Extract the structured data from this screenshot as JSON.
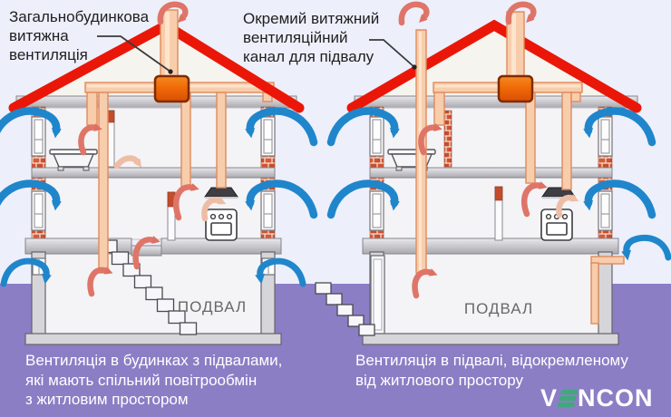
{
  "scene": {
    "callout_left": "Загальнобудинкова\nвитяжна\nвентиляція",
    "callout_right": "Окремий витяжний\nвентиляційний\nканал для підвалу"
  },
  "house_left": {
    "basement_label": "ПОДВАЛ",
    "caption": "Вентиляція в будинках з підвалами,\nякі мають спільний повітрообмін\nз житловим простором"
  },
  "house_right": {
    "basement_label": "ПОДВАЛ",
    "caption": "Вентиляція в підвалі, відокремленому\nвід житлового простору"
  },
  "logo": {
    "prefix": "V",
    "suffix": "NCON"
  },
  "colors": {
    "background": "#edeffb",
    "ground": "#8b7ec5",
    "roof": "#ea1708",
    "duct": "#f8cdab",
    "duct_edge": "#df8b5e",
    "vent_box": "#ee6a07",
    "air_in": "#1f86cc",
    "air_out": "#df7568",
    "air_out_light": "#eebda6",
    "brick": "#cf5130",
    "text_dark": "#1f1f1f",
    "text_light": "#ffffff",
    "basement_text": "#686868",
    "logo_green": "#3fa97c"
  }
}
